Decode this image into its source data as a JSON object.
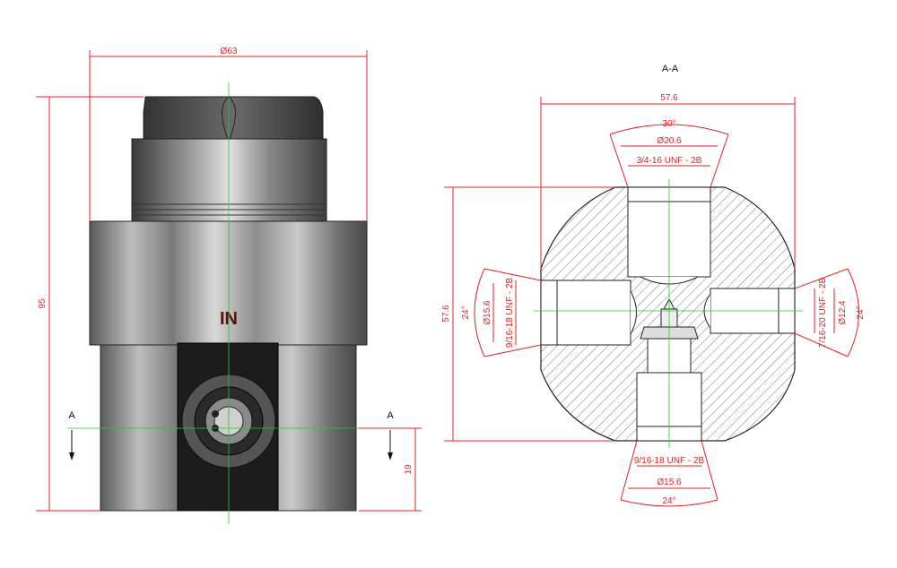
{
  "front_view": {
    "overall_diameter": "Ø63",
    "height": "95",
    "port_label": "IN",
    "section_mark": "A",
    "section_offset": "19"
  },
  "section_view": {
    "title": "A-A",
    "width": "57.6",
    "height": "57.6",
    "top_port": {
      "angle": "30°",
      "diameter": "Ø20.6",
      "thread": "3/4-16 UNF - 2B"
    },
    "left_port": {
      "angle": "24°",
      "diameter": "Ø15.6",
      "thread": "9/16-18 UNF - 2B"
    },
    "right_port": {
      "angle": "24°",
      "diameter": "Ø12.4",
      "thread": "7/16-20 UNF - 2B"
    },
    "bottom_port": {
      "angle": "24°",
      "diameter": "Ø15.6",
      "thread": "9/16-18 UNF - 2B"
    }
  },
  "colors": {
    "dimension": "#e02020",
    "centerline": "#22cc22",
    "metal": "#9a9a9a"
  }
}
